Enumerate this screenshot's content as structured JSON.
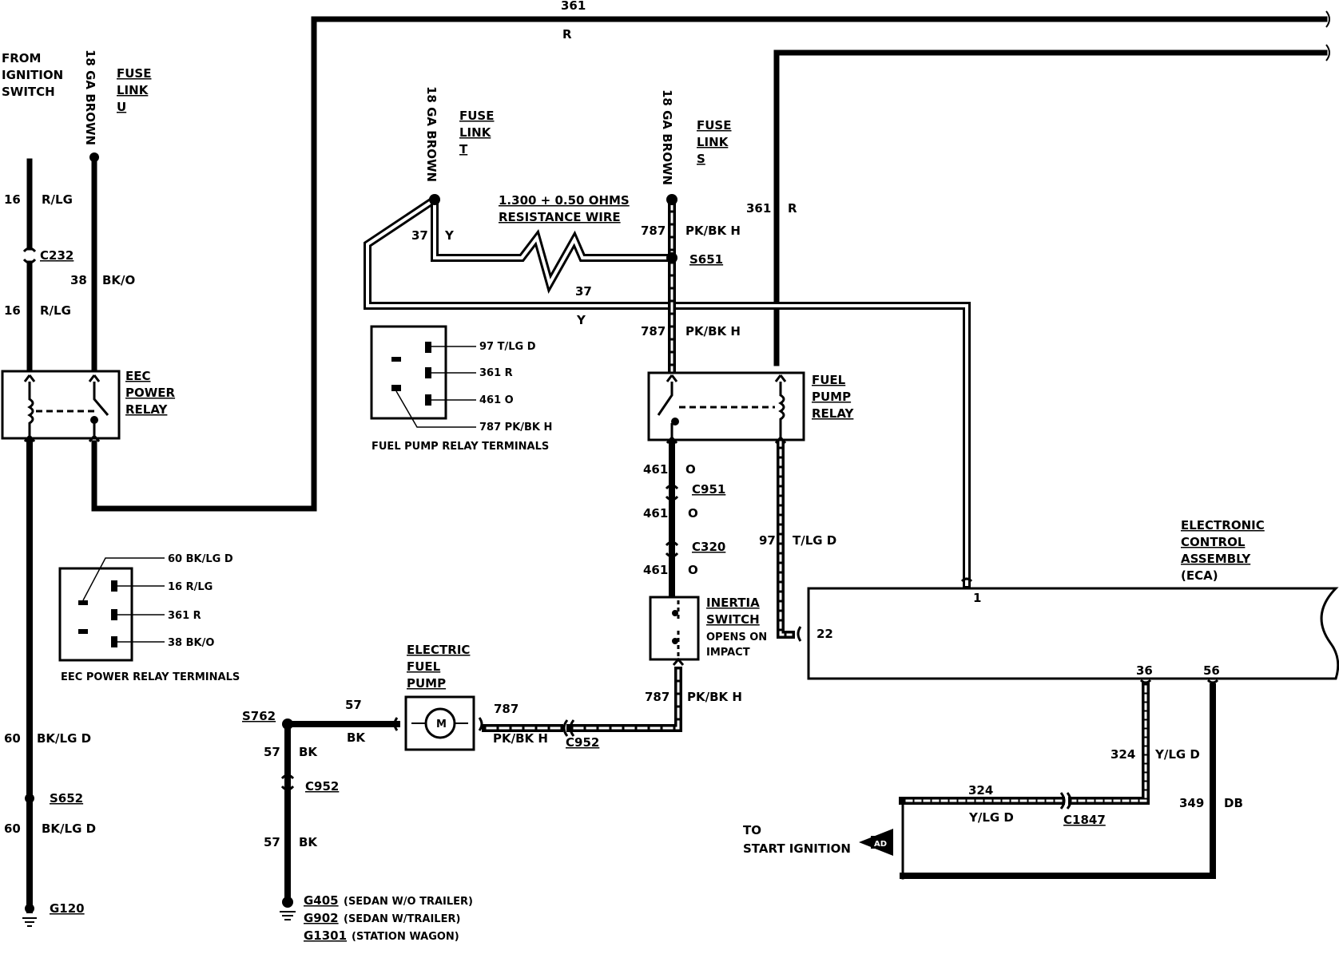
{
  "source": {
    "from_ignition": [
      "FROM",
      "IGNITION",
      "SWITCH"
    ],
    "start_ignition": [
      "TO",
      "START IGNITION"
    ],
    "ad_badge": "AD"
  },
  "fuse_links": {
    "u": {
      "gauge": "18 GA BROWN",
      "label": [
        "FUSE",
        "LINK",
        "U"
      ]
    },
    "t": {
      "gauge": "18 GA BROWN",
      "label": [
        "FUSE",
        "LINK",
        "T"
      ]
    },
    "s": {
      "gauge": "18 GA BROWN",
      "label": [
        "FUSE",
        "LINK",
        "S"
      ]
    }
  },
  "resistance_wire": [
    "1.300 + 0.50 OHMS",
    "RESISTANCE WIRE"
  ],
  "components": {
    "eec_power_relay": [
      "EEC",
      "POWER",
      "RELAY"
    ],
    "fuel_pump_relay": [
      "FUEL",
      "PUMP",
      "RELAY"
    ],
    "inertia_switch": [
      "INERTIA",
      "SWITCH",
      "OPENS ON",
      "IMPACT"
    ],
    "electric_fuel_pump": [
      "ELECTRIC",
      "FUEL",
      "PUMP"
    ],
    "pump_motor_symbol": "M",
    "eca": [
      "ELECTRONIC",
      "CONTROL",
      "ASSEMBLY",
      "(ECA)"
    ]
  },
  "eca_pins": {
    "p1": "1",
    "p22": "22",
    "p36": "36",
    "p56": "56"
  },
  "connectors": {
    "c232": "C232",
    "c951": "C951",
    "c320": "C320",
    "c952_pump": "C952",
    "c952_ground": "C952",
    "c1847": "C1847",
    "s651": "S651",
    "s652": "S652",
    "s762": "S762"
  },
  "grounds": {
    "g120": "G120",
    "g405": {
      "id": "G405",
      "note": "(SEDAN W/O TRAILER)"
    },
    "g902": {
      "id": "G902",
      "note": "(SEDAN W/TRAILER)"
    },
    "g1301": {
      "id": "G1301",
      "note": "(STATION WAGON)"
    }
  },
  "wires": {
    "w361_top": {
      "circuit": "361",
      "color": "R"
    },
    "w361_eca": {
      "circuit": "361",
      "color": "R"
    },
    "w16_a": {
      "circuit": "16",
      "color": "R/LG"
    },
    "w16_b": {
      "circuit": "16",
      "color": "R/LG"
    },
    "w38": {
      "circuit": "38",
      "color": "BK/O"
    },
    "w37_a": {
      "circuit": "37",
      "color": "Y"
    },
    "w37_b": {
      "circuit": "37",
      "color": "Y"
    },
    "w787_a": {
      "circuit": "787",
      "color": "PK/BK H"
    },
    "w787_b": {
      "circuit": "787",
      "color": "PK/BK H"
    },
    "w787_c": {
      "circuit": "787",
      "color": "PK/BK H"
    },
    "w787_d": {
      "circuit": "787",
      "color": "PK/BK H"
    },
    "w461_a": {
      "circuit": "461",
      "color": "O"
    },
    "w461_b": {
      "circuit": "461",
      "color": "O"
    },
    "w461_c": {
      "circuit": "461",
      "color": "O"
    },
    "w97": {
      "circuit": "97",
      "color": "T/LG D"
    },
    "w60_a": {
      "circuit": "60",
      "color": "BK/LG D"
    },
    "w60_b": {
      "circuit": "60",
      "color": "BK/LG D"
    },
    "w57_a": {
      "circuit": "57",
      "color": "BK"
    },
    "w57_b": {
      "circuit": "57",
      "color": "BK"
    },
    "w57_c": {
      "circuit": "57",
      "color": "BK"
    },
    "w324_a": {
      "circuit": "324",
      "color": "Y/LG D"
    },
    "w324_b": {
      "circuit": "324",
      "color": "Y/LG D"
    },
    "w349": {
      "circuit": "349",
      "color": "DB"
    }
  },
  "fuel_pump_relay_terminals": {
    "title": "FUEL PUMP RELAY TERMINALS",
    "pins": [
      "97 T/LG D",
      "361 R",
      "461 O",
      "787 PK/BK H"
    ]
  },
  "eec_relay_terminals": {
    "title": "EEC POWER RELAY TERMINALS",
    "pins": [
      "60 BK/LG D",
      "16 R/LG",
      "361 R",
      "38 BK/O"
    ]
  }
}
